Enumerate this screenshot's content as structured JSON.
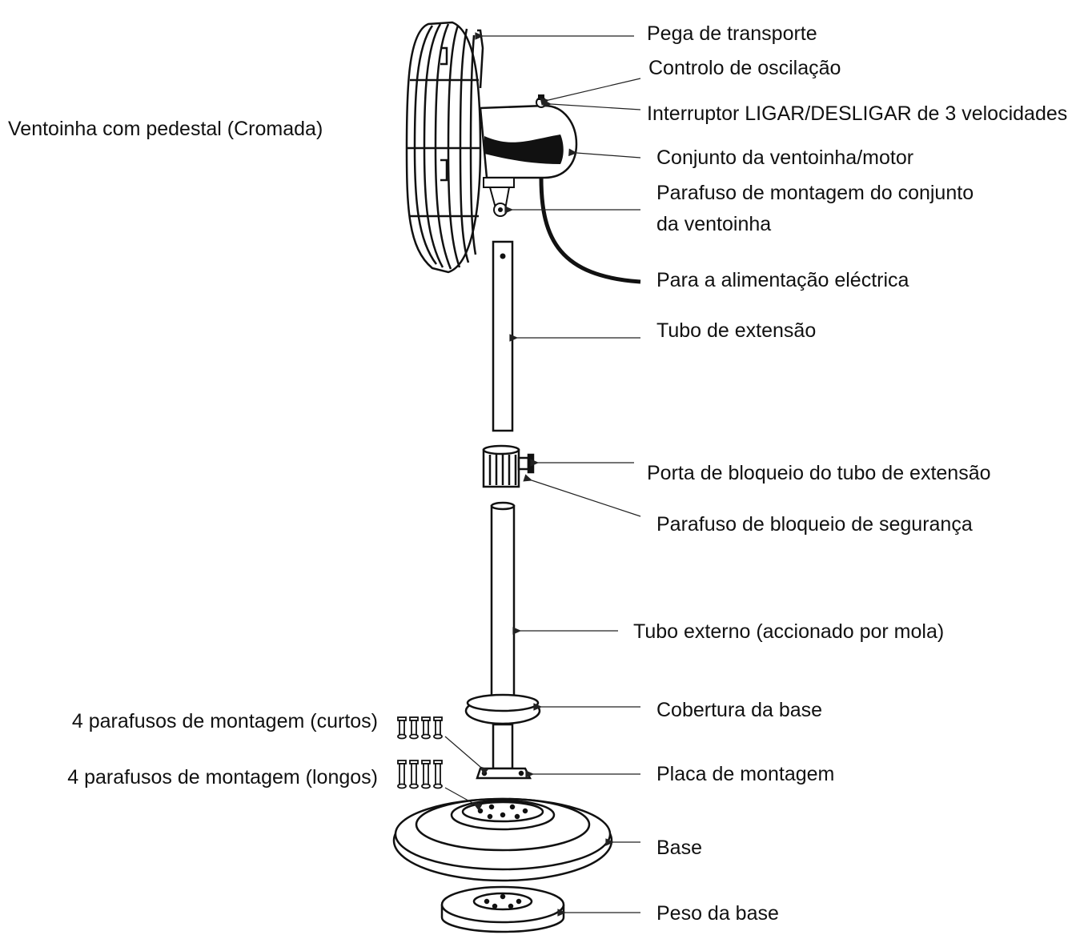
{
  "title": "Ventoinha com pedestal (Cromada)",
  "labels": {
    "pega": "Pega de transporte",
    "oscilacao": "Controlo de oscilação",
    "interruptor": "Interruptor LIGAR/DESLIGAR de 3 velocidades",
    "motor": "Conjunto da ventoinha/motor",
    "parafuso_montagem_1": "Parafuso de montagem do conjunto",
    "parafuso_montagem_2": "da ventoinha",
    "alimentacao": "Para a alimentação eléctrica",
    "tubo_extensao": "Tubo de extensão",
    "porta_bloqueio": "Porta de bloqueio do tubo de extensão",
    "parafuso_seguranca": "Parafuso de bloqueio de segurança",
    "tubo_externo": "Tubo externo (accionado por mola)",
    "cobertura_base": "Cobertura da base",
    "placa_montagem": "Placa de montagem",
    "base": "Base",
    "peso_base": "Peso da base",
    "parafusos_curtos": "4 parafusos de montagem (curtos)",
    "parafusos_longos": "4 parafusos de montagem (longos)"
  }
}
